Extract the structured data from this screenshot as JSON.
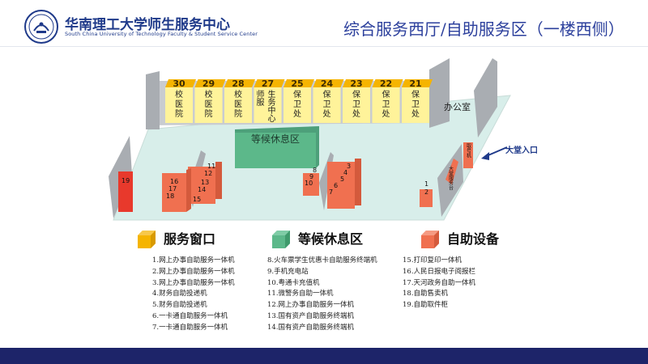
{
  "header": {
    "org_cn": "华南理工大学师生服务中心",
    "org_en": "South China University of Technology Faculty & Student Service Center",
    "title": "综合服务西厅/自助服务区（一楼西侧）"
  },
  "windows": [
    {
      "num": "30",
      "label": "校医院"
    },
    {
      "num": "29",
      "label": "校医院"
    },
    {
      "num": "28",
      "label": "校医院"
    },
    {
      "num": "27",
      "label": "师服生务中心"
    },
    {
      "num": "25",
      "label": "保卫处"
    },
    {
      "num": "24",
      "label": "保卫处"
    },
    {
      "num": "23",
      "label": "保卫处"
    },
    {
      "num": "22",
      "label": "保卫处"
    },
    {
      "num": "21",
      "label": "保卫处"
    }
  ],
  "areas": {
    "waiting": "等候休息区",
    "office": "办公室",
    "entrance": "大堂入口",
    "queue_machine": "取号机",
    "service_desk": "大堂服务台"
  },
  "machines": {
    "m1": "1",
    "m2": "2",
    "m3": "3",
    "m4": "4",
    "m5": "5",
    "m6": "6",
    "m7": "7",
    "m8": "8",
    "m9": "9",
    "m10": "10",
    "m11": "11",
    "m12": "12",
    "m13": "13",
    "m14": "14",
    "m15": "15",
    "m16": "16",
    "m17": "17",
    "m18": "18",
    "m19": "19"
  },
  "legend": [
    {
      "label": "服务窗口",
      "color": "#f5b400"
    },
    {
      "label": "等候休息区",
      "color": "#5cb88a"
    },
    {
      "label": "自助设备",
      "color": "#f07050"
    }
  ],
  "device_list": [
    [
      "1.网上办事自助服务一体机",
      "2.网上办事自助服务一体机",
      "3.网上办事自助服务一体机",
      "4.财务自助投递机",
      "5.财务自助投递机",
      "6.一卡通自助服务一体机",
      "7.一卡通自助服务一体机"
    ],
    [
      "8.火车票学生优惠卡自助服务终端机",
      "9.手机充电站",
      "10.粤通卡充值机",
      "11.微警务自助一体机",
      "12.网上办事自助服务一体机",
      "13.国有资产自助服务终端机",
      "14.国有资产自助服务终端机"
    ],
    [
      "15.打印复印一体机",
      "16.人民日报电子阅报栏",
      "17.天河政务自助一体机",
      "18.自助售卖机",
      "19.自助取件柜"
    ]
  ],
  "colors": {
    "window_yellow": "#f5b400",
    "waiting_green": "#5cb88a",
    "device_red": "#f07050",
    "floor": "#d8eeea",
    "wall": "#b8bcc0",
    "footer": "#1d2469",
    "title_blue": "#2b3f9c"
  },
  "icons": [
    "university-seal-icon",
    "entrance-arrow-icon"
  ]
}
